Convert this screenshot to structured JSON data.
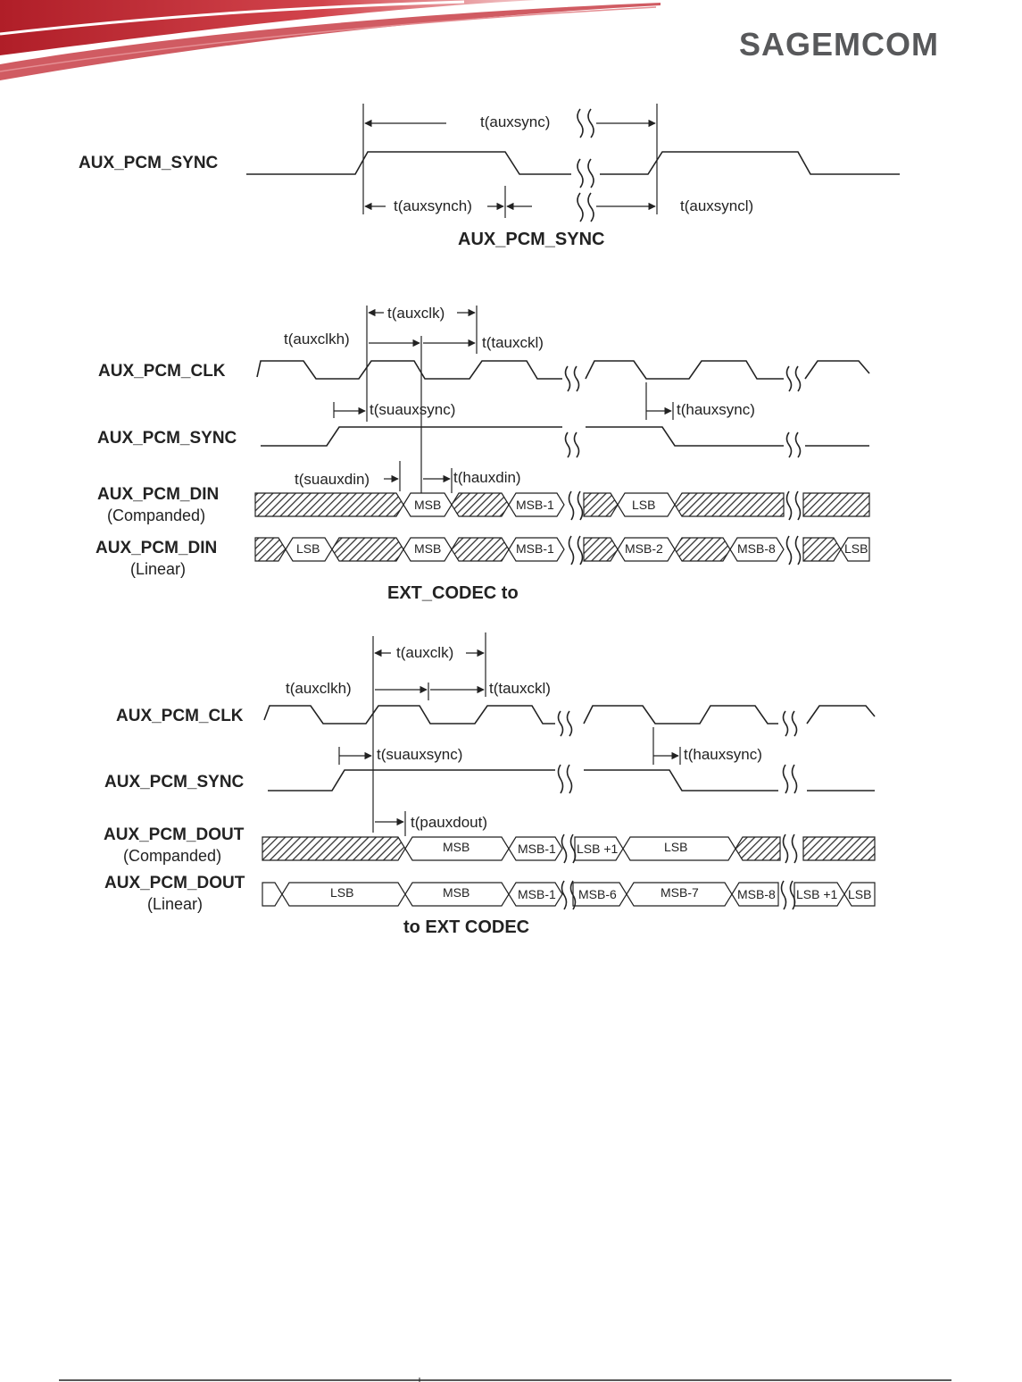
{
  "header": {
    "logo_text": "SAGEMCOM",
    "logo_color": "#58595b",
    "accent_color": "#c0242e"
  },
  "diagram1": {
    "signal_label": "AUX_PCM_SYNC",
    "period_label": "t(auxsync)",
    "high_label": "t(auxsynch)",
    "low_label": "t(auxsyncl)",
    "caption": "AUX_PCM_SYNC"
  },
  "diagram2": {
    "clk_label": "AUX_PCM_CLK",
    "sync_label": "AUX_PCM_SYNC",
    "din_companded_label": "AUX_PCM_DIN",
    "din_companded_sub": "(Companded)",
    "din_linear_label": "AUX_PCM_DIN",
    "din_linear_sub": "(Linear)",
    "t_auxclk": "t(auxclk)",
    "t_auxclkh": "t(auxclkh)",
    "t_tauxckl": "t(tauxckl)",
    "t_suauxsync": "t(suauxsync)",
    "t_hauxsync": "t(hauxsync)",
    "t_suauxdin": "t(suauxdin)",
    "t_hauxdin": "t(hauxdin)",
    "companded_cells": [
      "MSB",
      "MSB-1",
      "LSB"
    ],
    "linear_cells": [
      "LSB",
      "MSB",
      "MSB-1",
      "MSB-2",
      "MSB-8",
      "LSB"
    ],
    "caption": "EXT_CODEC to"
  },
  "diagram3": {
    "clk_label": "AUX_PCM_CLK",
    "sync_label": "AUX_PCM_SYNC",
    "dout_companded_label": "AUX_PCM_DOUT",
    "dout_companded_sub": "(Companded)",
    "dout_linear_label": "AUX_PCM_DOUT",
    "dout_linear_sub": "(Linear)",
    "t_auxclk": "t(auxclk)",
    "t_auxclkh": "t(auxclkh)",
    "t_tauxckl": "t(tauxckl)",
    "t_suauxsync": "t(suauxsync)",
    "t_hauxsync": "t(hauxsync)",
    "t_pauxdout": "t(pauxdout)",
    "companded_cells": [
      "MSB",
      "MSB-1",
      "LSB +1",
      "LSB"
    ],
    "linear_cells": [
      "LSB",
      "MSB",
      "MSB-1",
      "MSB-6",
      "MSB-7",
      "MSB-8",
      "LSB +1",
      "LSB"
    ],
    "caption": "to EXT CODEC"
  }
}
